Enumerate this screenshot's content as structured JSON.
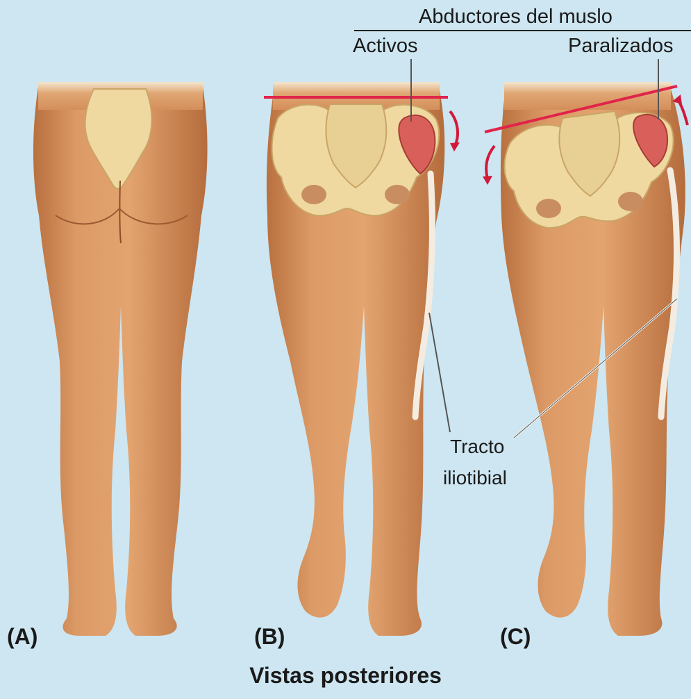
{
  "labels": {
    "group_header": "Abductores del muslo",
    "active": "Activos",
    "paralyzed": "Paralizados",
    "tract_line1": "Tracto",
    "tract_line2": "iliotibial",
    "panel_a": "(A)",
    "panel_b": "(B)",
    "panel_c": "(C)",
    "caption": "Vistas posteriores"
  },
  "colors": {
    "background": "#cde6f1",
    "skin": "#d9935f",
    "skin_shade": "#b86f3f",
    "bone": "#efd9a0",
    "muscle": "#d9605a",
    "pelvic_line": "#e0244a"
  }
}
